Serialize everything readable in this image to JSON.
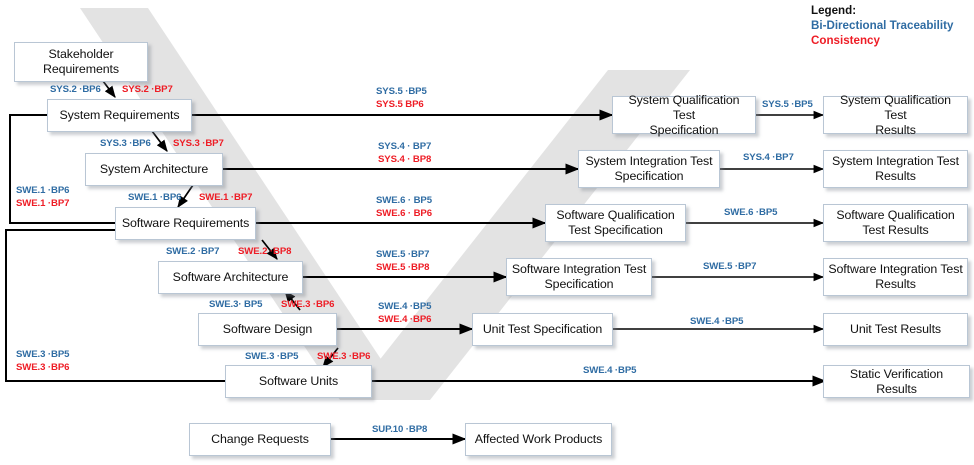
{
  "legend": {
    "title": "Legend:",
    "bidirectional": "Bi-Directional Traceability",
    "consistency": "Consistency",
    "color_bidirectional": "#2f6ca3",
    "color_consistency": "#ee1c25"
  },
  "nodes": {
    "stakeholder_requirements": "Stakeholder\nRequirements",
    "system_requirements": "System Requirements",
    "system_architecture": "System Architecture",
    "software_requirements": "Software Requirements",
    "software_architecture": "Software Architecture",
    "software_design": "Software Design",
    "software_units": "Software Units",
    "change_requests": "Change Requests",
    "system_qualification_test_specification": "System Qualification Test\nSpecification",
    "system_integration_test_specification": "System Integration Test\nSpecification",
    "software_qualification_test_specification": "Software Qualification\nTest Specification",
    "software_integration_test_specification": "Software Integration Test\nSpecification",
    "unit_test_specification": "Unit Test Specification",
    "affected_work_products": "Affected Work Products",
    "system_qualification_test_results": "System Qualification Test\nResults",
    "system_integration_test_results": "System Integration Test\nResults",
    "software_qualification_test_results": "Software Qualification\nTest Results",
    "software_integration_test_results": "Software Integration Test\nResults",
    "unit_test_results": "Unit Test Results",
    "static_verification_results": "Static Verification Results"
  },
  "labels": {
    "sys2_bp6": "SYS.2 ·BP6",
    "sys2_bp7": "SYS.2 ·BP7",
    "sys3_bp6": "SYS.3 ·BP6",
    "sys3_bp7": "SYS.3 ·BP7",
    "swe1_bp6_left": "SWE.1 ·BP6",
    "swe1_bp7_left": "SWE.1 ·BP7",
    "swe1_bp6": "SWE.1 ·BP6",
    "swe1_bp7": "SWE.1 ·BP7",
    "swe2_bp7": "SWE.2 ·BP7",
    "swe2_bp8": "SWE.2 ·BP8",
    "swe3_bp5_a": "SWE.3· BP5",
    "swe3_bp6_a": "SWE.3 ·BP6",
    "swe3_bp5_b": "SWE.3 ·BP5",
    "swe3_bp6_b": "SWE.3 ·BP6",
    "swe3_bp5_left": "SWE.3 ·BP5",
    "swe3_bp6_left": "SWE.3 ·BP6",
    "sys5_bp5": "SYS.5 ·BP5",
    "sys5_bp6": "SYS.5 BP6",
    "sys4_bp7": "SYS.4 · BP7",
    "sys4_bp8": "SYS.4 · BP8",
    "swe6_bp5": "SWE.6 · BP5",
    "swe6_bp6": "SWE.6 · BP6",
    "swe5_bp7": "SWE.5 ·BP7",
    "swe5_bp8": "SWE.5 ·BP8",
    "swe4_bp5": "SWE.4 ·BP5",
    "swe4_bp6": "SWE.4 ·BP6",
    "sys5_bp5_r": "SYS.5 ·BP5",
    "sys4_bp7_r": "SYS.4 ·BP7",
    "swe6_bp5_r": "SWE.6 ·BP5",
    "swe5_bp7_r": "SWE.5 ·BP7",
    "swe4_bp5_r": "SWE.4 ·BP5",
    "swe4_bp5_static": "SWE.4 ·BP5",
    "sup10_bp8": "SUP.10 ·BP8"
  }
}
